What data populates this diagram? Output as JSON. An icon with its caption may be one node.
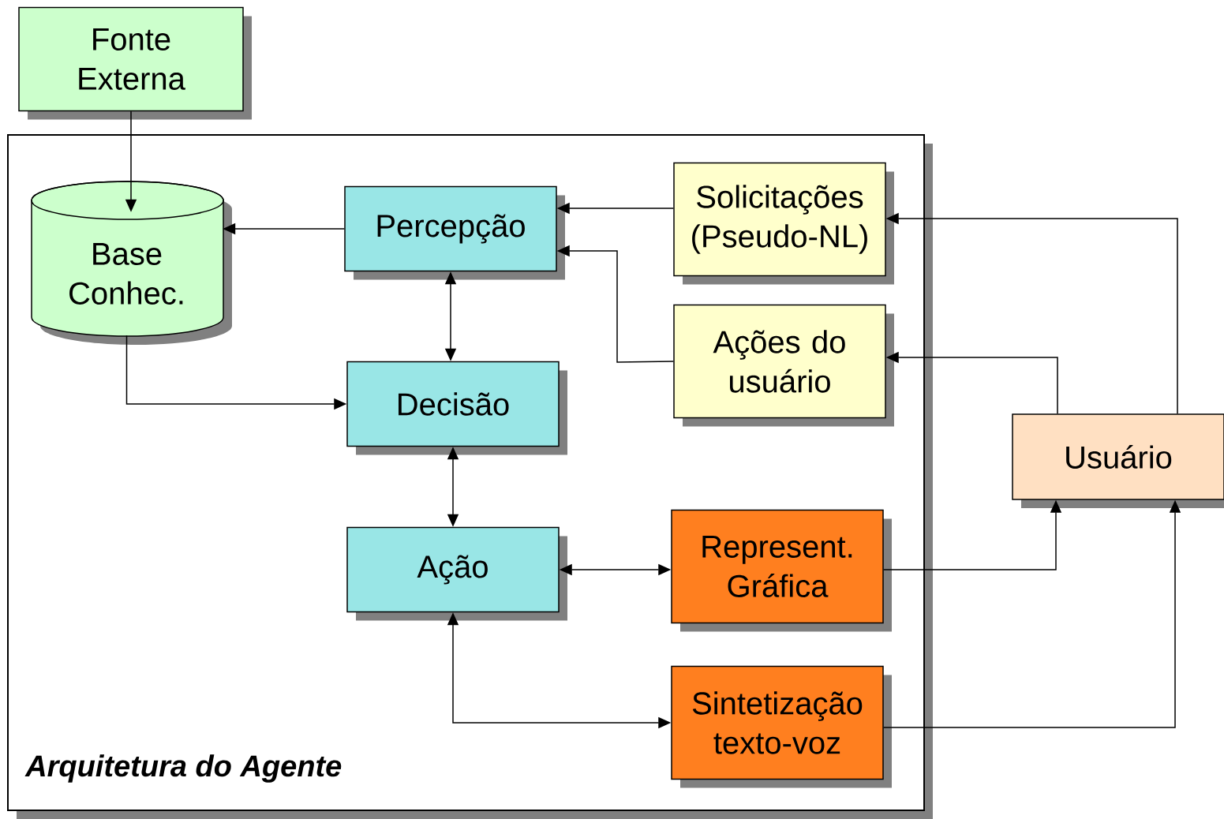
{
  "diagram": {
    "nodes": [
      {
        "text": [
          "Fonte Externa"
        ]
      },
      {
        "text": [
          "Arquitetura do Agente"
        ]
      },
      {
        "text": [
          "Base Conhec."
        ],
        "in": 1
      },
      {
        "text": [
          "Percepção"
        ],
        "in": 1
      },
      {
        "text": [
          "Solicitações (Pseudo-NL)"
        ],
        "in": 1
      },
      {
        "text": [
          "Decisão"
        ],
        "in": 1
      },
      {
        "text": [
          "Ações do usuário"
        ],
        "in": 1
      },
      {
        "text": [
          "Usuário"
        ]
      },
      {
        "text": [
          "Ação"
        ],
        "in": 1
      },
      {
        "text": [
          "Represent. Gráfica"
        ],
        "in": 1
      },
      {
        "text": [
          "Sintetização texto-voz"
        ],
        "in": 1
      }
    ],
    "edges": [
      {
        "from": 0,
        "to": 2,
        "arrow": "to"
      },
      {
        "from": 3,
        "to": 2,
        "arrow": "to"
      },
      {
        "from": 4,
        "to": 3,
        "arrow": "to"
      },
      {
        "from": 6,
        "to": 3,
        "arrow": "to"
      },
      {
        "from": 3,
        "to": 5,
        "arrow": "both"
      },
      {
        "from": 2,
        "to": 5,
        "arrow": "to"
      },
      {
        "from": 5,
        "to": 8,
        "arrow": "both"
      },
      {
        "from": 8,
        "to": 9,
        "arrow": "both"
      },
      {
        "from": 8,
        "to": 10,
        "arrow": "both"
      },
      {
        "from": 7,
        "to": 4,
        "arrow": "to"
      },
      {
        "from": 7,
        "to": 6,
        "arrow": "to"
      },
      {
        "from": 9,
        "to": 7,
        "arrow": "to"
      },
      {
        "from": 10,
        "to": 7,
        "arrow": "to"
      }
    ]
  }
}
